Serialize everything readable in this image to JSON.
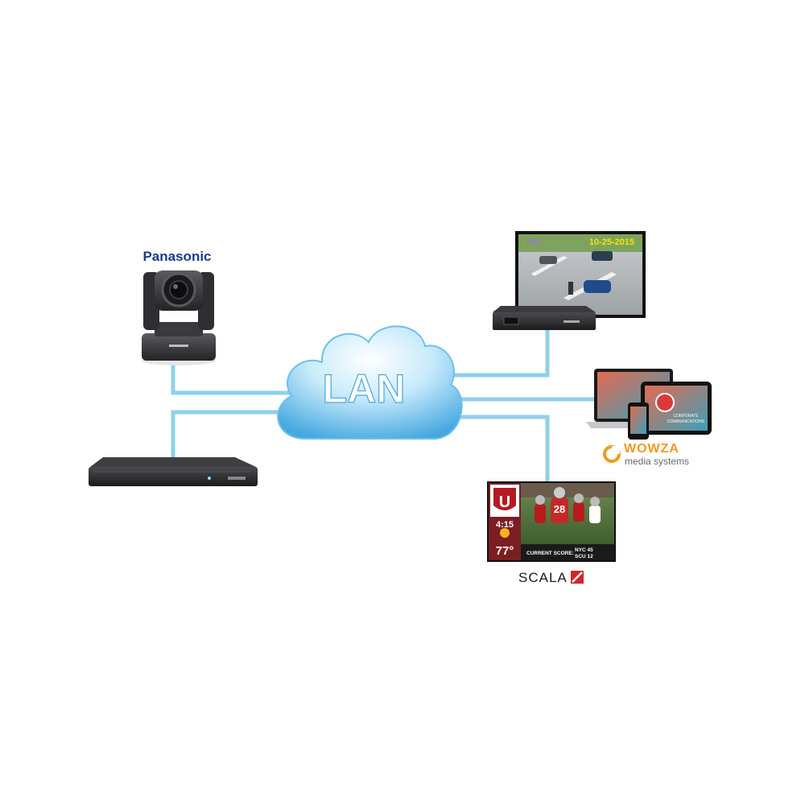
{
  "colors": {
    "link": "#8fd0ec",
    "cloud_light": "#dff3fd",
    "cloud_dark": "#4fb0e3",
    "panasonic_blue": "#1a3b8c",
    "device_dark": "#2a2a2c",
    "wowza_orange": "#f39a1e",
    "scala_red": "#d3252b",
    "scoreboard_maroon": "#7a1e23"
  },
  "cloud": {
    "label": "LAN",
    "icon": "cloud-icon"
  },
  "panasonic": {
    "brand": "Panasonic",
    "icon": "ptz-camera-icon"
  },
  "decoder": {
    "icon": "decoder-appliance-icon"
  },
  "encoder": {
    "icon": "encoder-appliance-icon"
  },
  "monitor": {
    "timestamp": "10-25-2015",
    "icon": "surveillance-monitor-icon"
  },
  "wowza": {
    "brand": "WOWZA",
    "sub": "media systems",
    "screen_text_line1": "CORPORATE",
    "screen_text_line2": "COMMUNICATIONS",
    "icon": "streaming-devices-icon"
  },
  "scala": {
    "brand": "SCALA",
    "time": "4:15",
    "temp": "77°",
    "score_label": "CURRENT SCORE:",
    "score_line1": "NYC 45",
    "score_line2": "SCU 12",
    "jersey": "28",
    "badge_letter": "U",
    "icon": "digital-signage-icon"
  }
}
